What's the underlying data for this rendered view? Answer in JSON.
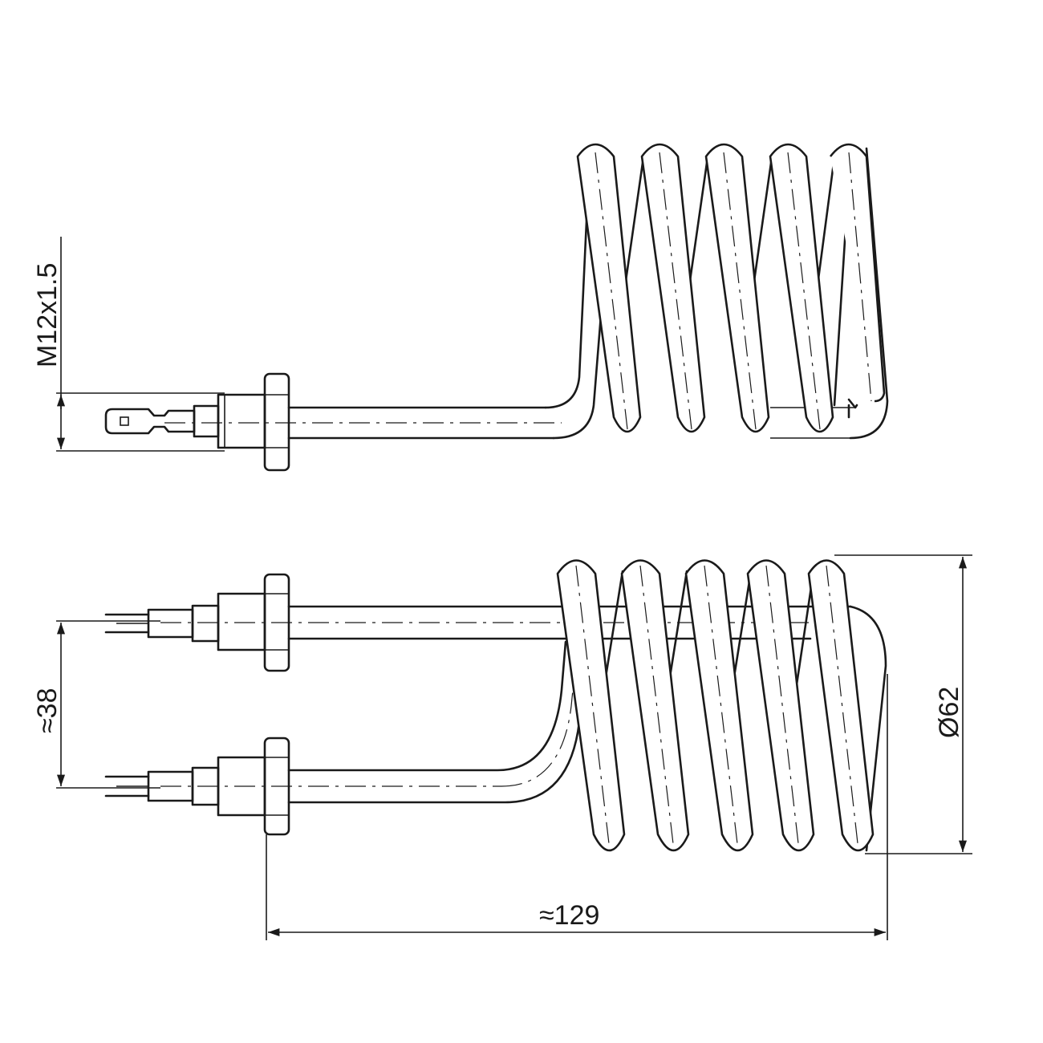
{
  "dimensions": {
    "thread": "M12x1.5",
    "pitch": "≈38",
    "diameter": "Ø62",
    "length": "≈129"
  },
  "coil_turns": 5,
  "colors": {
    "line": "#1a1a1a",
    "background": "#ffffff"
  }
}
